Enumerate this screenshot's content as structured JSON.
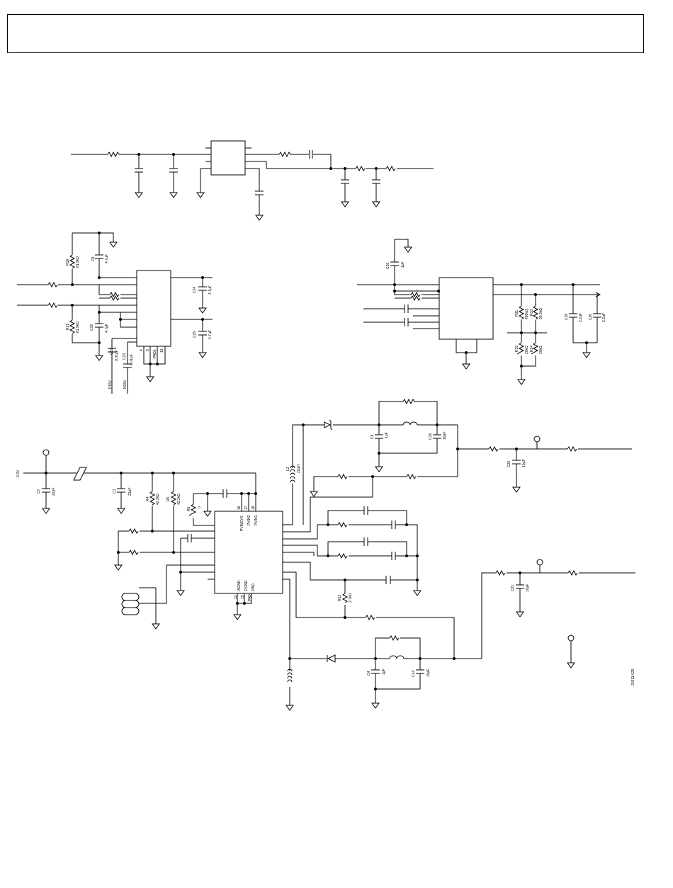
{
  "labels": {
    "r18": "R18",
    "r18_val": "61.9kΩ",
    "c8": "C8",
    "c8_val": "4.7µF",
    "r21": "R21",
    "r21_val": "61.9kΩ",
    "c16": "C16",
    "c16_val": "4.7µF",
    "c19": "C19",
    "c19_val": "0.01µF",
    "c23": "C23",
    "c23_val": "0.01µF",
    "p15v": "P15V",
    "n15v": "N15V",
    "pad1": "PAD1",
    "pin4": "4",
    "pin5": "5",
    "pin13": "13",
    "c24": "C24",
    "c24_val": "4.7µF",
    "c25": "C25",
    "c25_val": "4.7µF",
    "c26": "C26",
    "c26_val": "1µF",
    "r31": "R31",
    "r31_val": "499kΩ",
    "r33": "R33",
    "r33_val": "95.3kΩ",
    "r32": "R32",
    "r32_val": "20kΩ",
    "r34": "R34",
    "r34_val": "20kΩ",
    "c28": "C28",
    "c28_val": "2.2µF",
    "c30": "C30",
    "c30_val": "2.2µF",
    "v33": "3.3V",
    "c7": "C7",
    "c7_val": "22µF",
    "c1": "C1",
    "c1_val": "22µF",
    "r4": "R4",
    "r4_val": "42.2kΩ",
    "r5": "R5",
    "r5_val": "42.2kΩ",
    "r6": "R6",
    "r6_val": "0",
    "pin16": "16",
    "pin17": "17",
    "pin18": "18",
    "pvinsys": "PVINSYS",
    "pvin2": "PVIN2",
    "pvin1": "PVIN1",
    "agnd": "AGND",
    "pgnd": "PGND",
    "pad": "PAD",
    "pin12": "12",
    "pin15": "15",
    "pad_pin": "PAD",
    "l2": "L2",
    "l2_val": "22µH",
    "c9": "C9",
    "c9_val": "1µF",
    "c15": "C15",
    "c15_val": "10µF",
    "c20": "C20",
    "c20_val": "10µF",
    "r12": "R12",
    "r12_val": "2.7kΩ",
    "c21": "C21",
    "c21_val": "10µF",
    "c4": "C4",
    "c4_val": "1µF",
    "c14": "C14",
    "c14_val": "10µF",
    "figure_id": "20211-025"
  }
}
